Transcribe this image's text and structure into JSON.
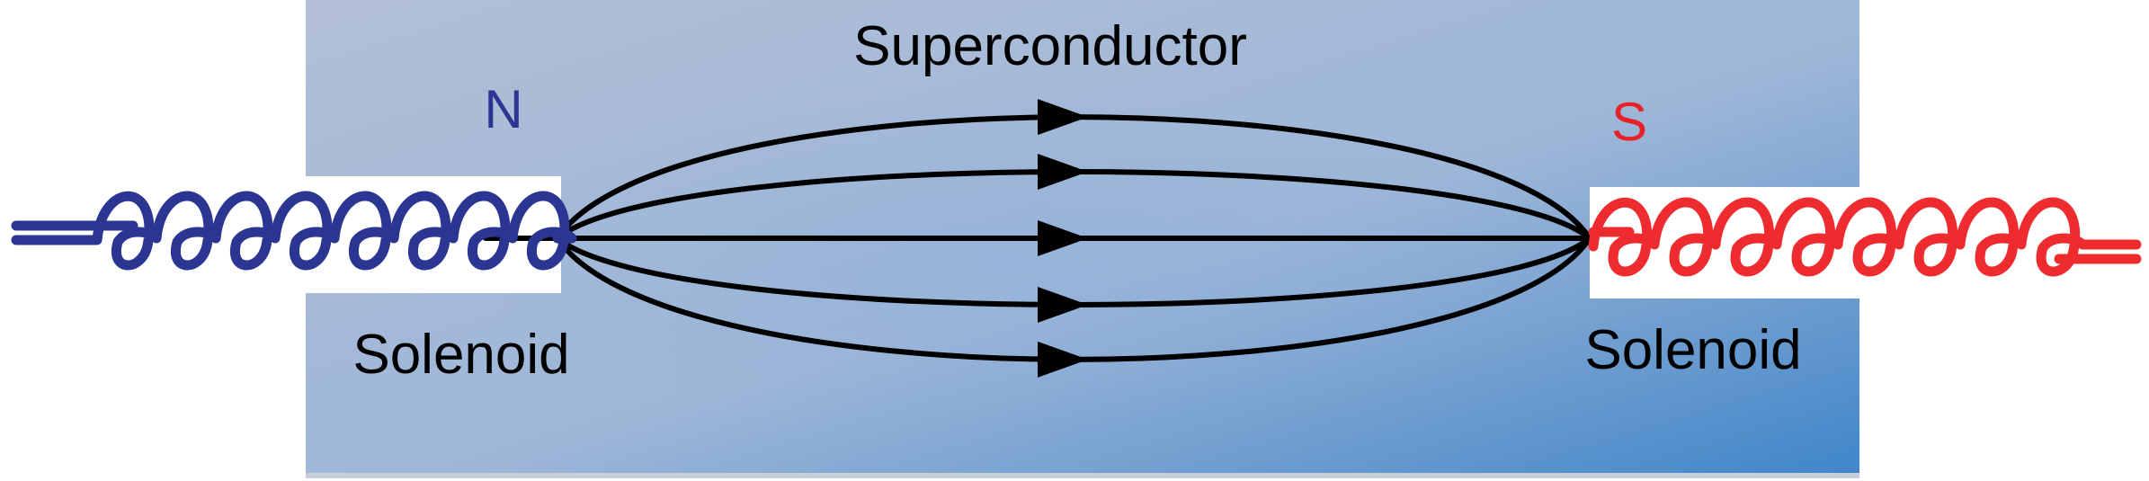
{
  "title": "Superconductor",
  "left_pole": "N",
  "right_pole": "S",
  "left_solenoid_label": "Solenoid",
  "right_solenoid_label": "Solenoid",
  "colors": {
    "background_top_left": "#aab9d3",
    "background_bottom_right": "#4a8bc9",
    "left_coil": "#2b3592",
    "right_coil": "#ee2b2e",
    "north_label": "#2b3592",
    "south_label": "#e82127",
    "field_lines": "#000000",
    "text": "#000000"
  },
  "field_line_count": 5,
  "coil_loops_per_solenoid": 8
}
